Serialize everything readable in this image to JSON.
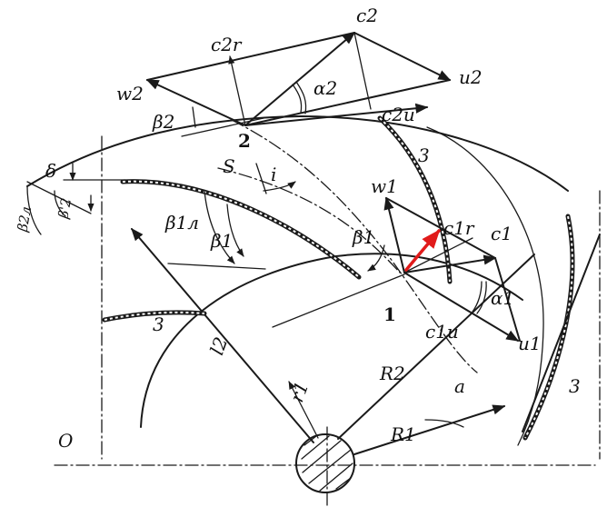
{
  "labels": {
    "c2": "c2",
    "c2r": "c2r",
    "w2": "w2",
    "u2": "u2",
    "alpha2": "α2",
    "c2u": "c2u",
    "beta2": "β2",
    "point2": "2",
    "label3_top": "3",
    "delta": "δ",
    "beta2_prime": "β'2",
    "beta2l": "β2л",
    "s": "S",
    "i": "i",
    "beta1l": "β1л",
    "beta1": "β1",
    "w1": "w1",
    "beta1_small": "β1",
    "c1r": "c1r",
    "c1": "c1",
    "alpha1": "α1",
    "point1": "1",
    "c1u": "c1u",
    "u1": "u1",
    "label3_left": "3",
    "l2": "l2",
    "r1": "r1",
    "R2": "R2",
    "a": "a",
    "R1": "R1",
    "label3_right": "3",
    "O": "O"
  },
  "colors": {
    "ink": "#1a1a1a",
    "highlight": "#e11b1b"
  }
}
